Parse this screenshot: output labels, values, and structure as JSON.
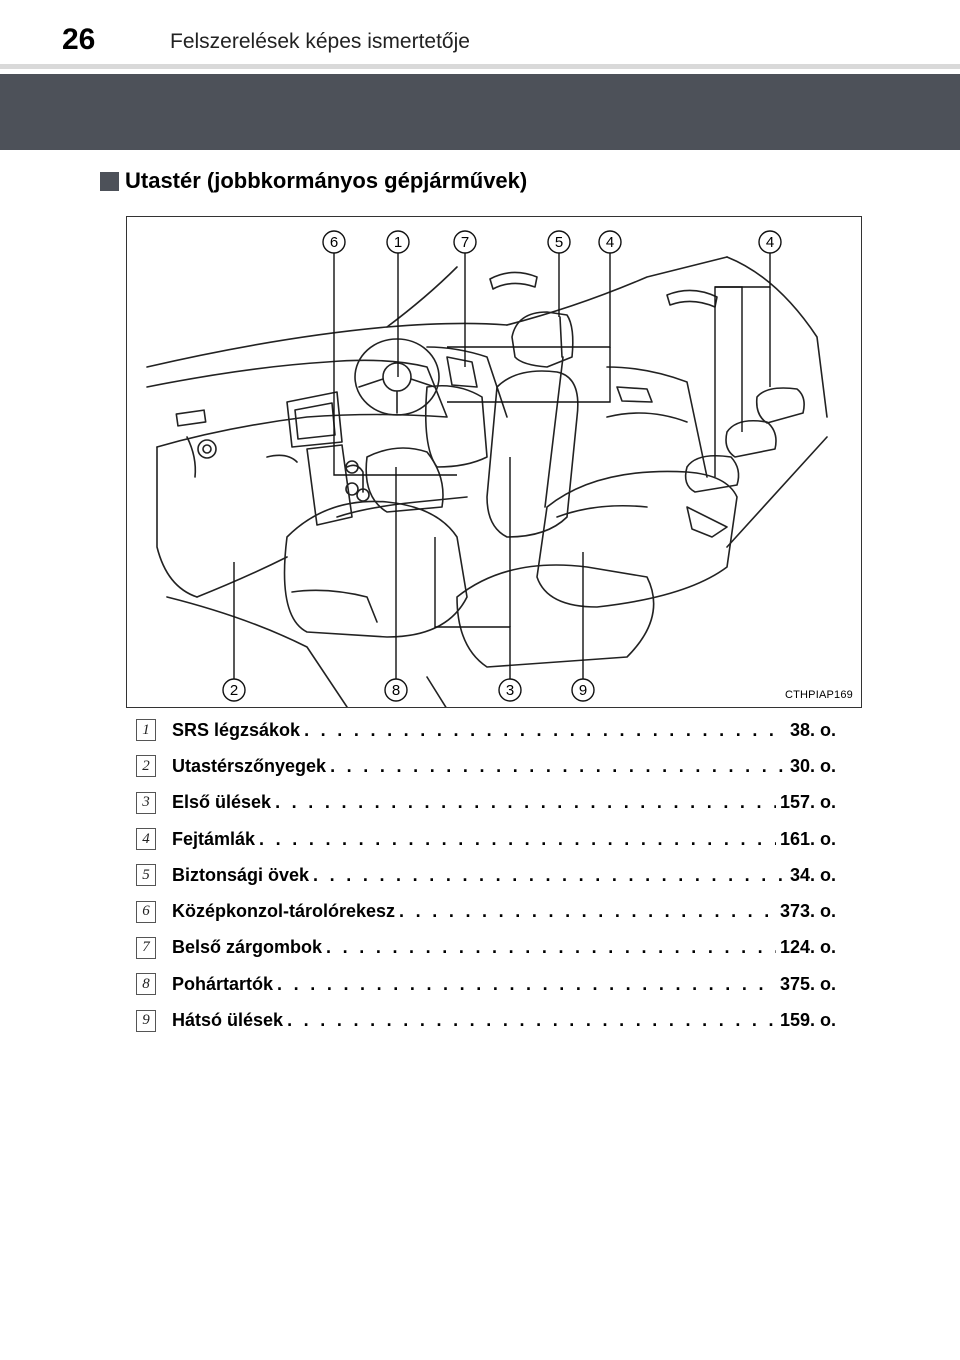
{
  "header": {
    "page_number": "26",
    "chapter_title": "Felszerelések képes ismertetője"
  },
  "section": {
    "heading": "Utastér (jobbkormányos gépjárművek)"
  },
  "figure": {
    "code": "CTHPIAP169",
    "callouts_top": [
      "6",
      "1",
      "7",
      "5",
      "4",
      "4"
    ],
    "callouts_bottom": [
      "2",
      "8",
      "3",
      "9"
    ]
  },
  "items": [
    {
      "num": "1",
      "label": "SRS légzsákok",
      "page": "38. o."
    },
    {
      "num": "2",
      "label": "Utastérszőnyegek",
      "page": "30. o."
    },
    {
      "num": "3",
      "label": "Első ülések",
      "page": "157. o."
    },
    {
      "num": "4",
      "label": "Fejtámlák",
      "page": "161. o."
    },
    {
      "num": "5",
      "label": "Biztonsági övek",
      "page": "34. o."
    },
    {
      "num": "6",
      "label": "Középkonzol-tárolórekesz",
      "page": "373. o."
    },
    {
      "num": "7",
      "label": "Belső zárgombok",
      "page": "124. o."
    },
    {
      "num": "8",
      "label": "Pohártartók",
      "page": "375. o."
    },
    {
      "num": "9",
      "label": "Hátsó ülések",
      "page": "159. o."
    }
  ]
}
